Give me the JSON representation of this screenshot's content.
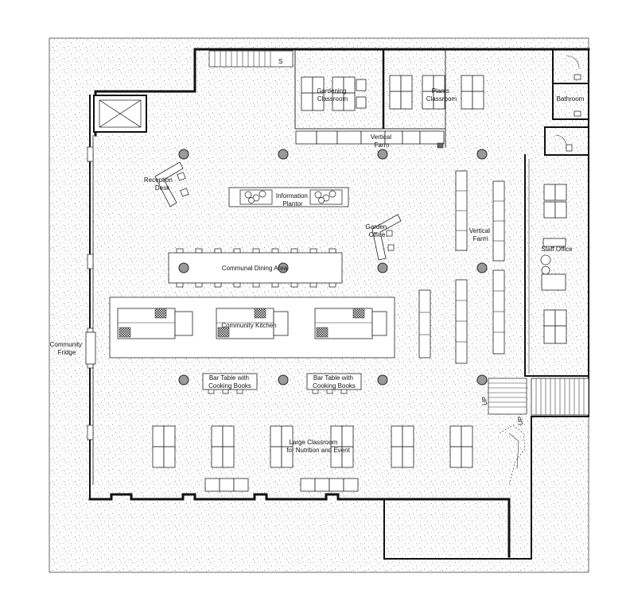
{
  "plan": {
    "rooms": {
      "gardening_classroom": [
        "Gardening",
        "Classroom"
      ],
      "plants_classroom": [
        "Plants",
        "Classroom"
      ],
      "bathroom": [
        "Bathroom"
      ],
      "vertical_farm_top": [
        "Vertical",
        "Farm"
      ],
      "reception_desk": [
        "Reception",
        "Desk"
      ],
      "information_plantor": [
        "Information",
        "Plantor"
      ],
      "garden_office": [
        "Garden",
        "Office"
      ],
      "vertical_farm_right": [
        "Vertical",
        "Farm"
      ],
      "staff_office": [
        "Staff Office"
      ],
      "communal_dining_area": [
        "Communal Dining Area"
      ],
      "community_kitchen": [
        "Community Kitchen"
      ],
      "community_fridge": [
        "Community",
        "Fridge"
      ],
      "bar_table_1": [
        "Bar Table with",
        "Cooking Books"
      ],
      "bar_table_2": [
        "Bar Table with",
        "Cooking Books"
      ],
      "large_classroom": [
        "Large Classroom",
        "for Nutrition and Event"
      ]
    },
    "stair_labels": {
      "top_stair": "S",
      "up_left": "UP",
      "up_right": "UP"
    }
  }
}
